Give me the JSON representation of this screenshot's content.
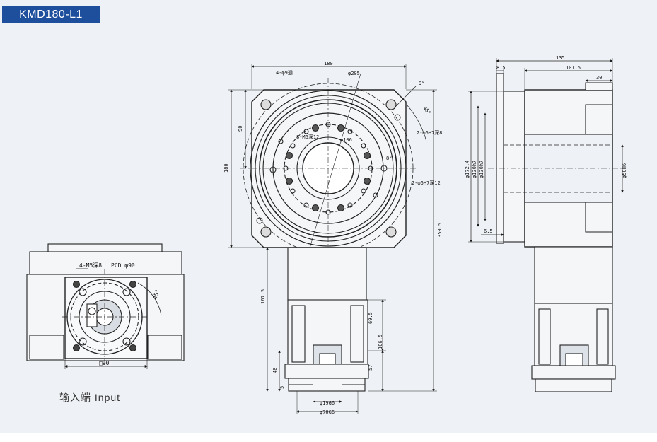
{
  "header": {
    "model": "KMD180-L1",
    "badge_color": "#1d4f9c"
  },
  "caption": {
    "input_side": "输入端 Input"
  },
  "input_view": {
    "holes": "4-M5深8",
    "pcd": "PCD φ90",
    "angle": "45°",
    "square": "□90"
  },
  "front_view": {
    "width": "180",
    "height": "180",
    "half_height": "90",
    "mount_holes": "4-φ9通",
    "outer_dia": "φ205",
    "tap_holes": "8-M6深12",
    "pitch_circle": "φ106",
    "pin_holes_a": "2-φ6H7深8",
    "pin_holes_b": "2-φ6H7深12",
    "angle": "45°",
    "chamfer": "9°",
    "small_angle": "8°",
    "total_height": "350.5",
    "motor_length": "167.5",
    "adapter_height": "69.5",
    "flange_height": "106.5",
    "lower_a": "48",
    "lower_b": "57",
    "lower_c": "5",
    "shaft_dia": "φ19G6",
    "spigot_dia": "φ70G6"
  },
  "side_view": {
    "overall": "135",
    "body": "101.5",
    "step": "30",
    "flange": "8.5",
    "dia_a": "φ172.4",
    "dia_b": "φ130h7",
    "dia_c": "φ130h7",
    "bore": "φ50H6",
    "small": "6.5"
  }
}
